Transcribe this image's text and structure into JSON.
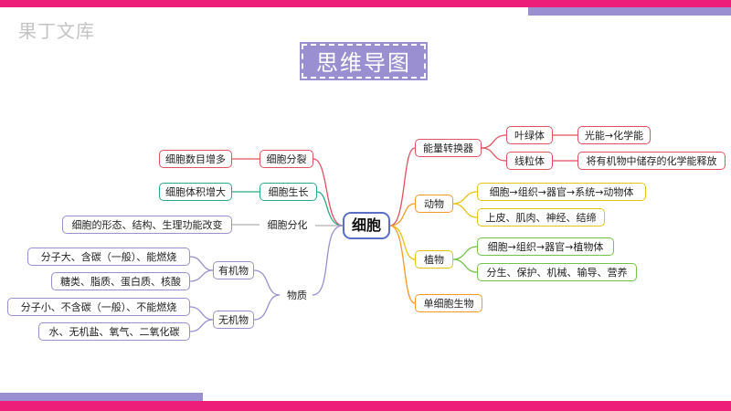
{
  "watermark": "果丁文库",
  "title": "思维导图",
  "center": "细胞",
  "colors": {
    "pink": "#ec1e79",
    "purple": "#9a8fd0",
    "red": "#e0525f",
    "teal": "#2aa98a",
    "orange": "#f59a2a",
    "yellow": "#e6c317",
    "green": "#73c24a"
  },
  "left": {
    "division": {
      "label": "细胞分裂",
      "child": "细胞数目增多"
    },
    "growth": {
      "label": "细胞生长",
      "child": "细胞体积增大"
    },
    "differentiation": {
      "label": "细胞分化",
      "child": "细胞的形态、结构、生理功能改变"
    },
    "matter": {
      "label": "物质",
      "organic": {
        "label": "有机物",
        "items": [
          "分子大、含碳（一般）、能燃烧",
          "糖类、脂质、蛋白质、核酸"
        ]
      },
      "inorganic": {
        "label": "无机物",
        "items": [
          "分子小、不含碳（一般）、不能燃烧",
          "水、无机盐、氧气、二氧化碳"
        ]
      }
    }
  },
  "right": {
    "energy": {
      "label": "能量转换器",
      "chloroplast": {
        "label": "叶绿体",
        "child": "光能→化学能"
      },
      "mitochondria": {
        "label": "线粒体",
        "child": "将有机物中储存的化学能释放"
      }
    },
    "animal": {
      "label": "动物",
      "items": [
        "细胞→组织→器官→系统→动物体",
        "上皮、肌肉、神经、结缔"
      ]
    },
    "plant": {
      "label": "植物",
      "items": [
        "细胞→组织→器官→植物体",
        "分生、保护、机械、输导、营养"
      ]
    },
    "unicellular": {
      "label": "单细胞生物"
    }
  }
}
